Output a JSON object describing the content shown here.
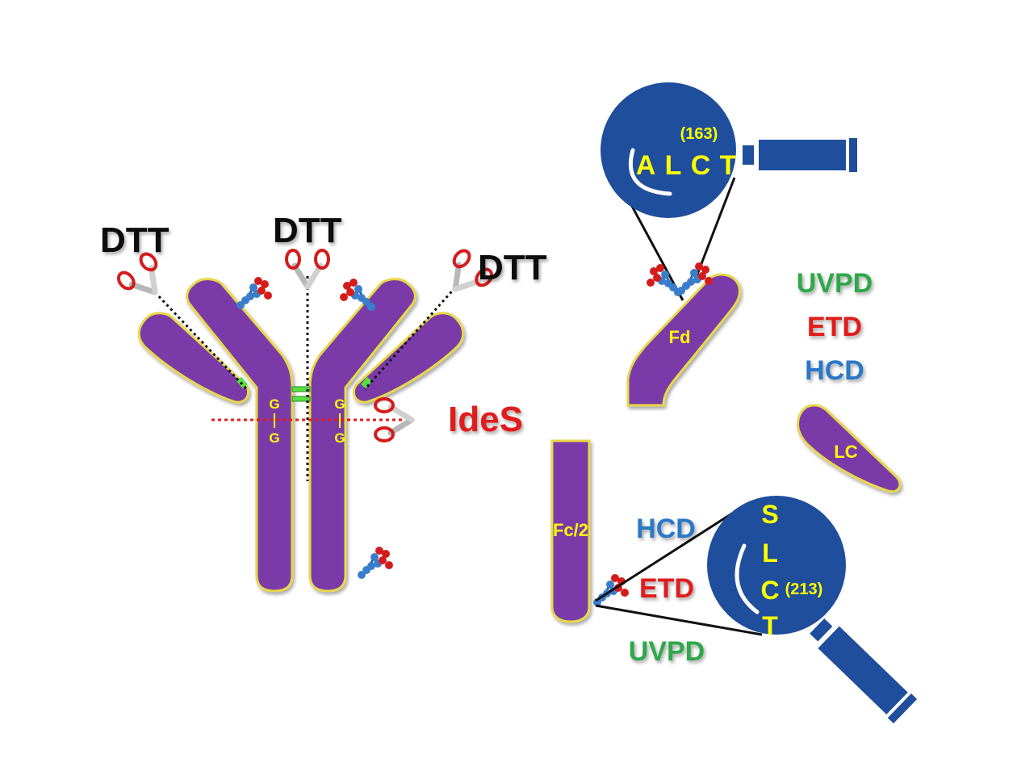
{
  "colors": {
    "heavy_chain": "#7a3aa8",
    "chain_outline": "#e8d84a",
    "magnifier": "#1f4e9c",
    "sequence_text": "#ffff00",
    "dtt_label": "#111111",
    "ides_label": "#e01b1b",
    "uvpd": "#2ea84a",
    "etd": "#e01b1b",
    "hcd": "#2a78c8",
    "hinge_bonds": "#58e040",
    "glycan_red": "#d41c1c",
    "glycan_blue": "#3a7ecb"
  },
  "antibody": {
    "dtt_labels": [
      "DTT",
      "DTT",
      "DTT"
    ],
    "ides_label": "IdeS",
    "hinge_left": [
      "G",
      "G"
    ],
    "hinge_right": [
      "G",
      "G"
    ]
  },
  "fd_panel": {
    "fragment_label": "Fd",
    "residue_number": "(163)",
    "sequence": [
      "A",
      "L",
      "C",
      "T"
    ],
    "methods": [
      "UVPD",
      "ETD",
      "HCD"
    ]
  },
  "lc_panel": {
    "fragment_label": "LC"
  },
  "fc_panel": {
    "fragment_label": "Fc/2",
    "residue_number": "(213)",
    "sequence": [
      "S",
      "L",
      "C",
      "T"
    ],
    "methods": [
      "HCD",
      "ETD",
      "UVPD"
    ]
  }
}
